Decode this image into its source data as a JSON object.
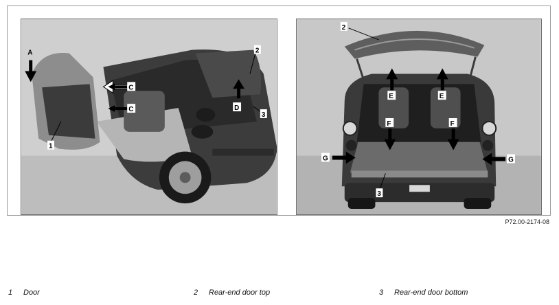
{
  "figure": {
    "left_labels": {
      "a": "A",
      "c_upper": "C",
      "c_lower": "C",
      "one": "1",
      "two": "2",
      "three": "3",
      "d": "D"
    },
    "right_labels": {
      "two": "2",
      "e_left": "E",
      "e_right": "E",
      "f_left": "F",
      "f_right": "F",
      "g_left": "G",
      "g_right": "G",
      "three": "3"
    },
    "code": "P72.00-2174-08"
  },
  "legend": [
    {
      "number": "1",
      "label": "Door"
    },
    {
      "number": "2",
      "label": "Rear-end door top"
    },
    {
      "number": "3",
      "label": "Rear-end door bottom"
    }
  ]
}
